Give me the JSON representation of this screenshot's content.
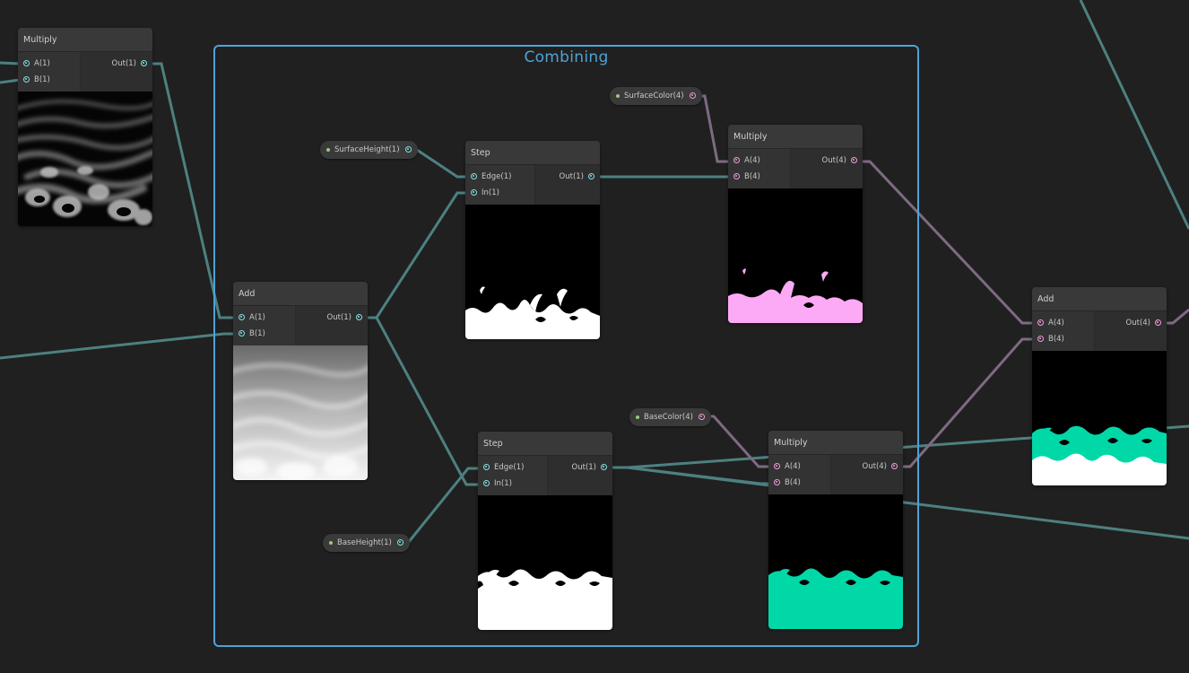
{
  "group": {
    "title": "Combining"
  },
  "nodes": {
    "multiply_left": {
      "title": "Multiply",
      "in_a": "A(1)",
      "in_b": "B(1)",
      "out": "Out(1)"
    },
    "add_left": {
      "title": "Add",
      "in_a": "A(1)",
      "in_b": "B(1)",
      "out": "Out(1)"
    },
    "step_top": {
      "title": "Step",
      "in_a": "Edge(1)",
      "in_b": "In(1)",
      "out": "Out(1)"
    },
    "step_bottom": {
      "title": "Step",
      "in_a": "Edge(1)",
      "in_b": "In(1)",
      "out": "Out(1)"
    },
    "multiply_top": {
      "title": "Multiply",
      "in_a": "A(4)",
      "in_b": "B(4)",
      "out": "Out(4)"
    },
    "multiply_bottom": {
      "title": "Multiply",
      "in_a": "A(4)",
      "in_b": "B(4)",
      "out": "Out(4)"
    },
    "add_right": {
      "title": "Add",
      "in_a": "A(4)",
      "in_b": "B(4)",
      "out": "Out(4)"
    }
  },
  "properties": {
    "surface_height": "SurfaceHeight(1)",
    "surface_color": "SurfaceColor(4)",
    "base_color": "BaseColor(4)",
    "base_height": "BaseHeight(1)"
  },
  "colors": {
    "group_border": "#4ea3d9",
    "float_wire": "#4e8080",
    "color_wire": "#7e6a82",
    "surface_color": "#fcaaf6",
    "base_color": "#00d8a8"
  }
}
